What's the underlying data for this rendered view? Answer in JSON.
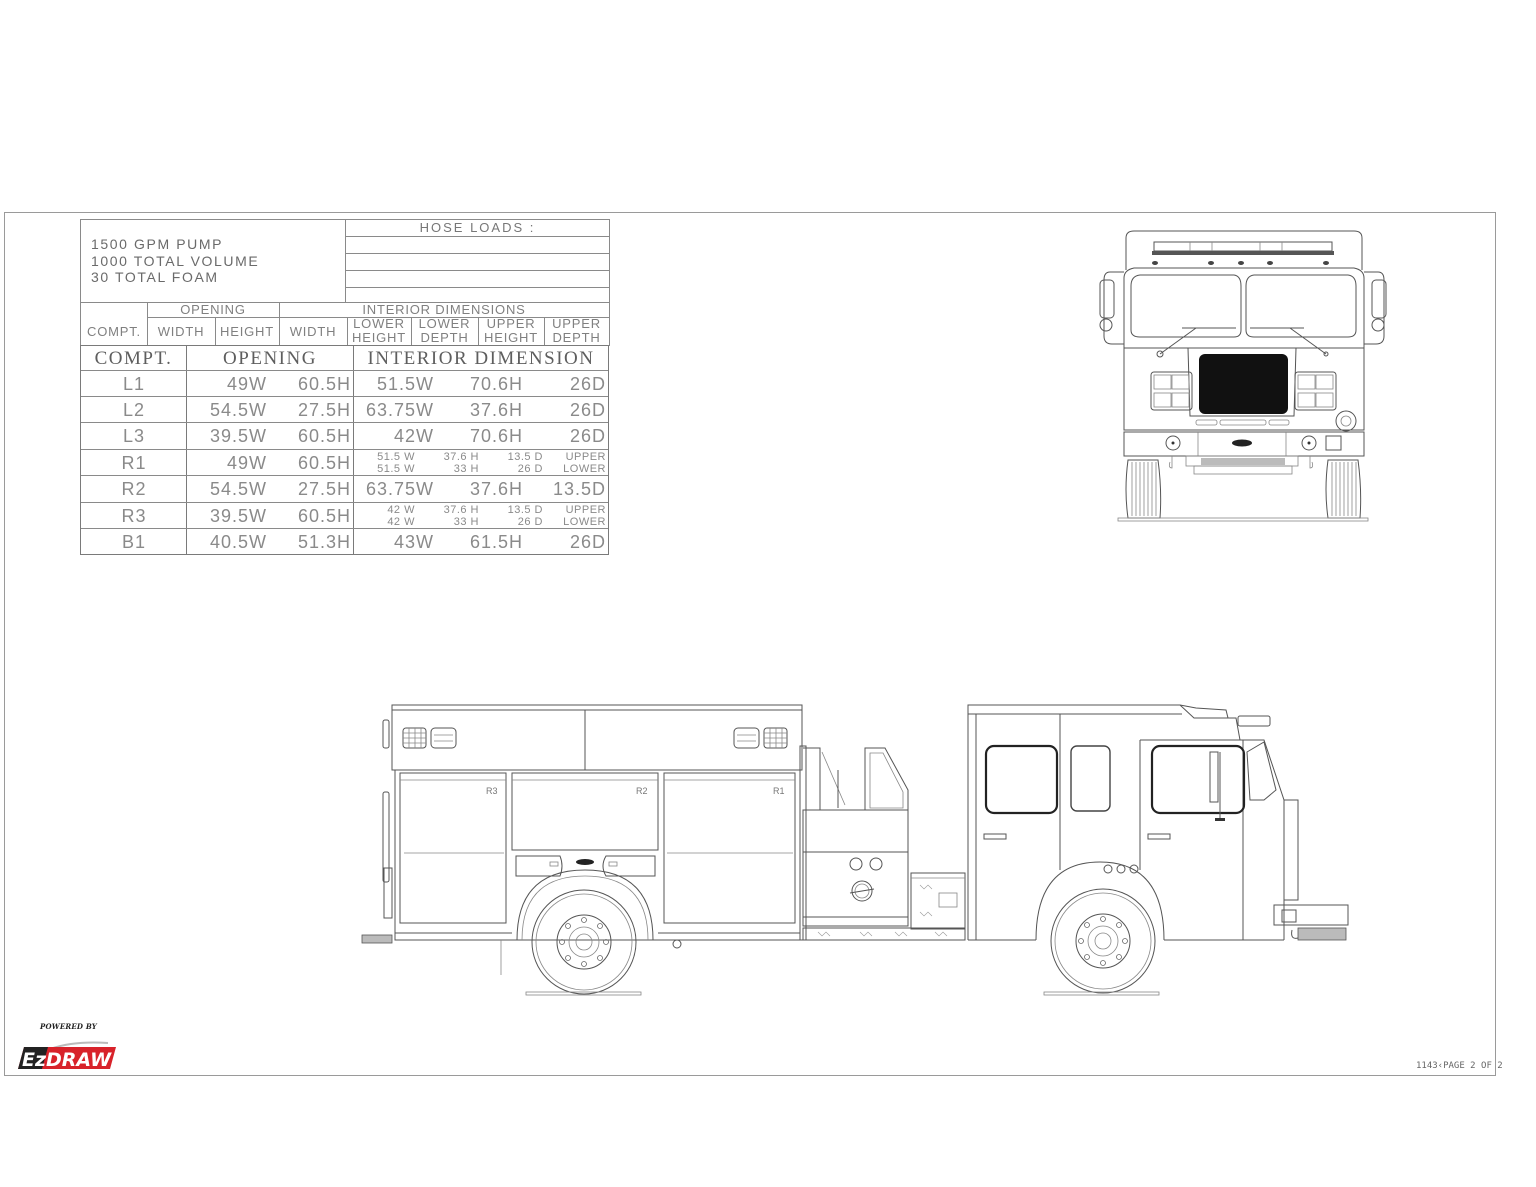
{
  "spec": {
    "lines": [
      "1500 GPM PUMP",
      "1000 TOTAL VOLUME",
      "30 TOTAL FOAM"
    ],
    "hose_loads_title": "HOSE LOADS :",
    "hose_loads": [
      "",
      "",
      "",
      ""
    ]
  },
  "header_table": {
    "group_opening": "OPENING",
    "group_interior": "INTERIOR DIMENSIONS",
    "columns": [
      "COMPT.",
      "WIDTH",
      "HEIGHT",
      "WIDTH",
      "LOWER HEIGHT",
      "LOWER DEPTH",
      "UPPER HEIGHT",
      "UPPER DEPTH"
    ],
    "col_lower_height_1": "LOWER",
    "col_lower_height_2": "HEIGHT",
    "col_lower_depth_1": "LOWER",
    "col_lower_depth_2": "DEPTH",
    "col_upper_height_1": "UPPER",
    "col_upper_height_2": "HEIGHT",
    "col_upper_depth_1": "UPPER",
    "col_upper_depth_2": "DEPTH"
  },
  "compartment_table": {
    "headers": [
      "COMPT.",
      "OPENING",
      "INTERIOR DIMENSION"
    ],
    "rows": [
      {
        "compt": "L1",
        "open_w": "49W",
        "open_h": "60.5H",
        "int_w": "51.5W",
        "int_h": "70.6H",
        "int_d": "26D"
      },
      {
        "compt": "L2",
        "open_w": "54.5W",
        "open_h": "27.5H",
        "int_w": "63.75W",
        "int_h": "37.6H",
        "int_d": "26D"
      },
      {
        "compt": "L3",
        "open_w": "39.5W",
        "open_h": "60.5H",
        "int_w": "42W",
        "int_h": "70.6H",
        "int_d": "26D"
      },
      {
        "compt": "R1",
        "open_w": "49W",
        "open_h": "60.5H",
        "split": [
          {
            "w": "51.5 W",
            "h": "37.6 H",
            "d": "13.5 D",
            "label": "UPPER"
          },
          {
            "w": "51.5 W",
            "h": "33 H",
            "d": "26 D",
            "label": "LOWER"
          }
        ]
      },
      {
        "compt": "R2",
        "open_w": "54.5W",
        "open_h": "27.5H",
        "int_w": "63.75W",
        "int_h": "37.6H",
        "int_d": "13.5D"
      },
      {
        "compt": "R3",
        "open_w": "39.5W",
        "open_h": "60.5H",
        "split": [
          {
            "w": "42 W",
            "h": "37.6 H",
            "d": "13.5 D",
            "label": "UPPER"
          },
          {
            "w": "42 W",
            "h": "33 H",
            "d": "26 D",
            "label": "LOWER"
          }
        ]
      },
      {
        "compt": "B1",
        "open_w": "40.5W",
        "open_h": "51.3H",
        "int_w": "43W",
        "int_h": "61.5H",
        "int_d": "26D"
      }
    ]
  },
  "drawing": {
    "side_view_labels": [
      "R3",
      "R2",
      "R1"
    ],
    "views": [
      "front-view",
      "side-view-right"
    ]
  },
  "branding": {
    "powered_by": "POWERED BY",
    "logo_text_ez": "Ez",
    "logo_text_draw": "DRAW",
    "logo_color": "#d8222a"
  },
  "footer": {
    "page_label": "1143‹PAGE 2 OF 2"
  }
}
